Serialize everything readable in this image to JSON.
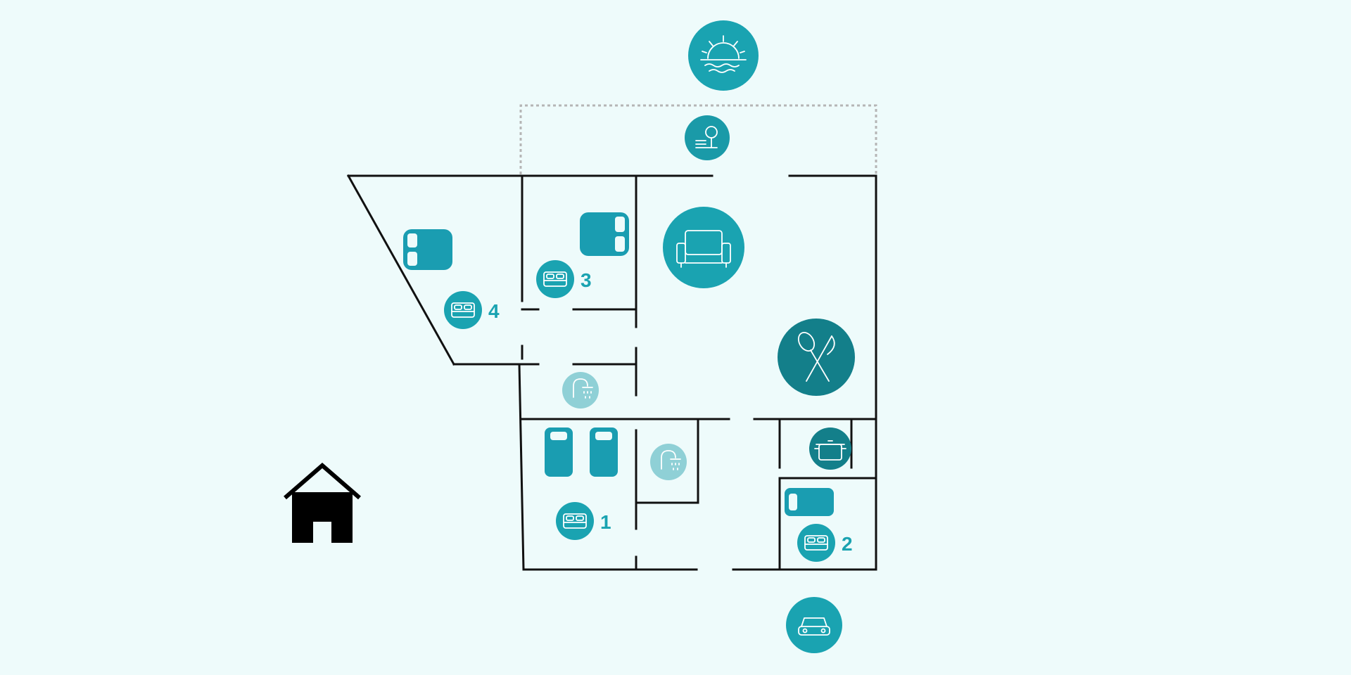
{
  "colors": {
    "background": "#eefbfb",
    "wall": "#111111",
    "accent": "#1aa3b1",
    "accent_dark": "#137f8a",
    "bed_fill": "#1a9db1",
    "shower_light": "#8fd0d6",
    "terrace_dash": "#b5b5b5"
  },
  "rooms": {
    "bedroom_1": {
      "number": "1",
      "icon": "double-bed-icon",
      "beds": [
        "single-bed",
        "single-bed"
      ]
    },
    "bedroom_2": {
      "number": "2",
      "icon": "double-bed-icon",
      "beds": [
        "single-bed"
      ]
    },
    "bedroom_3": {
      "number": "3",
      "icon": "double-bed-icon",
      "beds": [
        "double-bed"
      ]
    },
    "bedroom_4": {
      "number": "4",
      "icon": "double-bed-icon",
      "beds": [
        "double-bed"
      ]
    }
  },
  "icons": {
    "sunset": "sunset-icon",
    "garden": "garden-icon",
    "living": "armchair-icon",
    "dining": "cutlery-icon",
    "kitchen": "cooking-pot-icon",
    "bathroom_1": "shower-icon",
    "bathroom_2": "shower-icon",
    "parking": "car-icon",
    "house": "house-icon"
  }
}
